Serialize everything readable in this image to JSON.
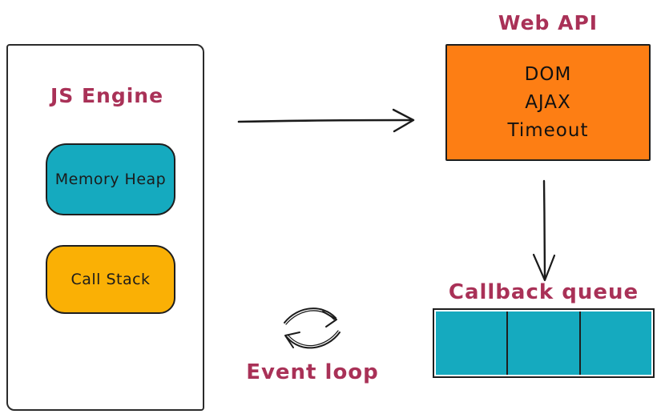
{
  "js_engine": {
    "label": "JS Engine",
    "memory_heap_label": "Memory Heap",
    "call_stack_label": "Call Stack"
  },
  "web_api": {
    "label": "Web API",
    "items": [
      "DOM",
      "AJAX",
      "Timeout"
    ]
  },
  "callback_queue": {
    "label": "Callback queue",
    "cell_count": 3
  },
  "event_loop": {
    "label": "Event loop"
  },
  "colors": {
    "teal": "#15aabf",
    "orange": "#fd7e14",
    "amber": "#fab005",
    "label_crimson": "#a93157",
    "stroke": "#1e1e1e",
    "background": "#ffffff"
  }
}
